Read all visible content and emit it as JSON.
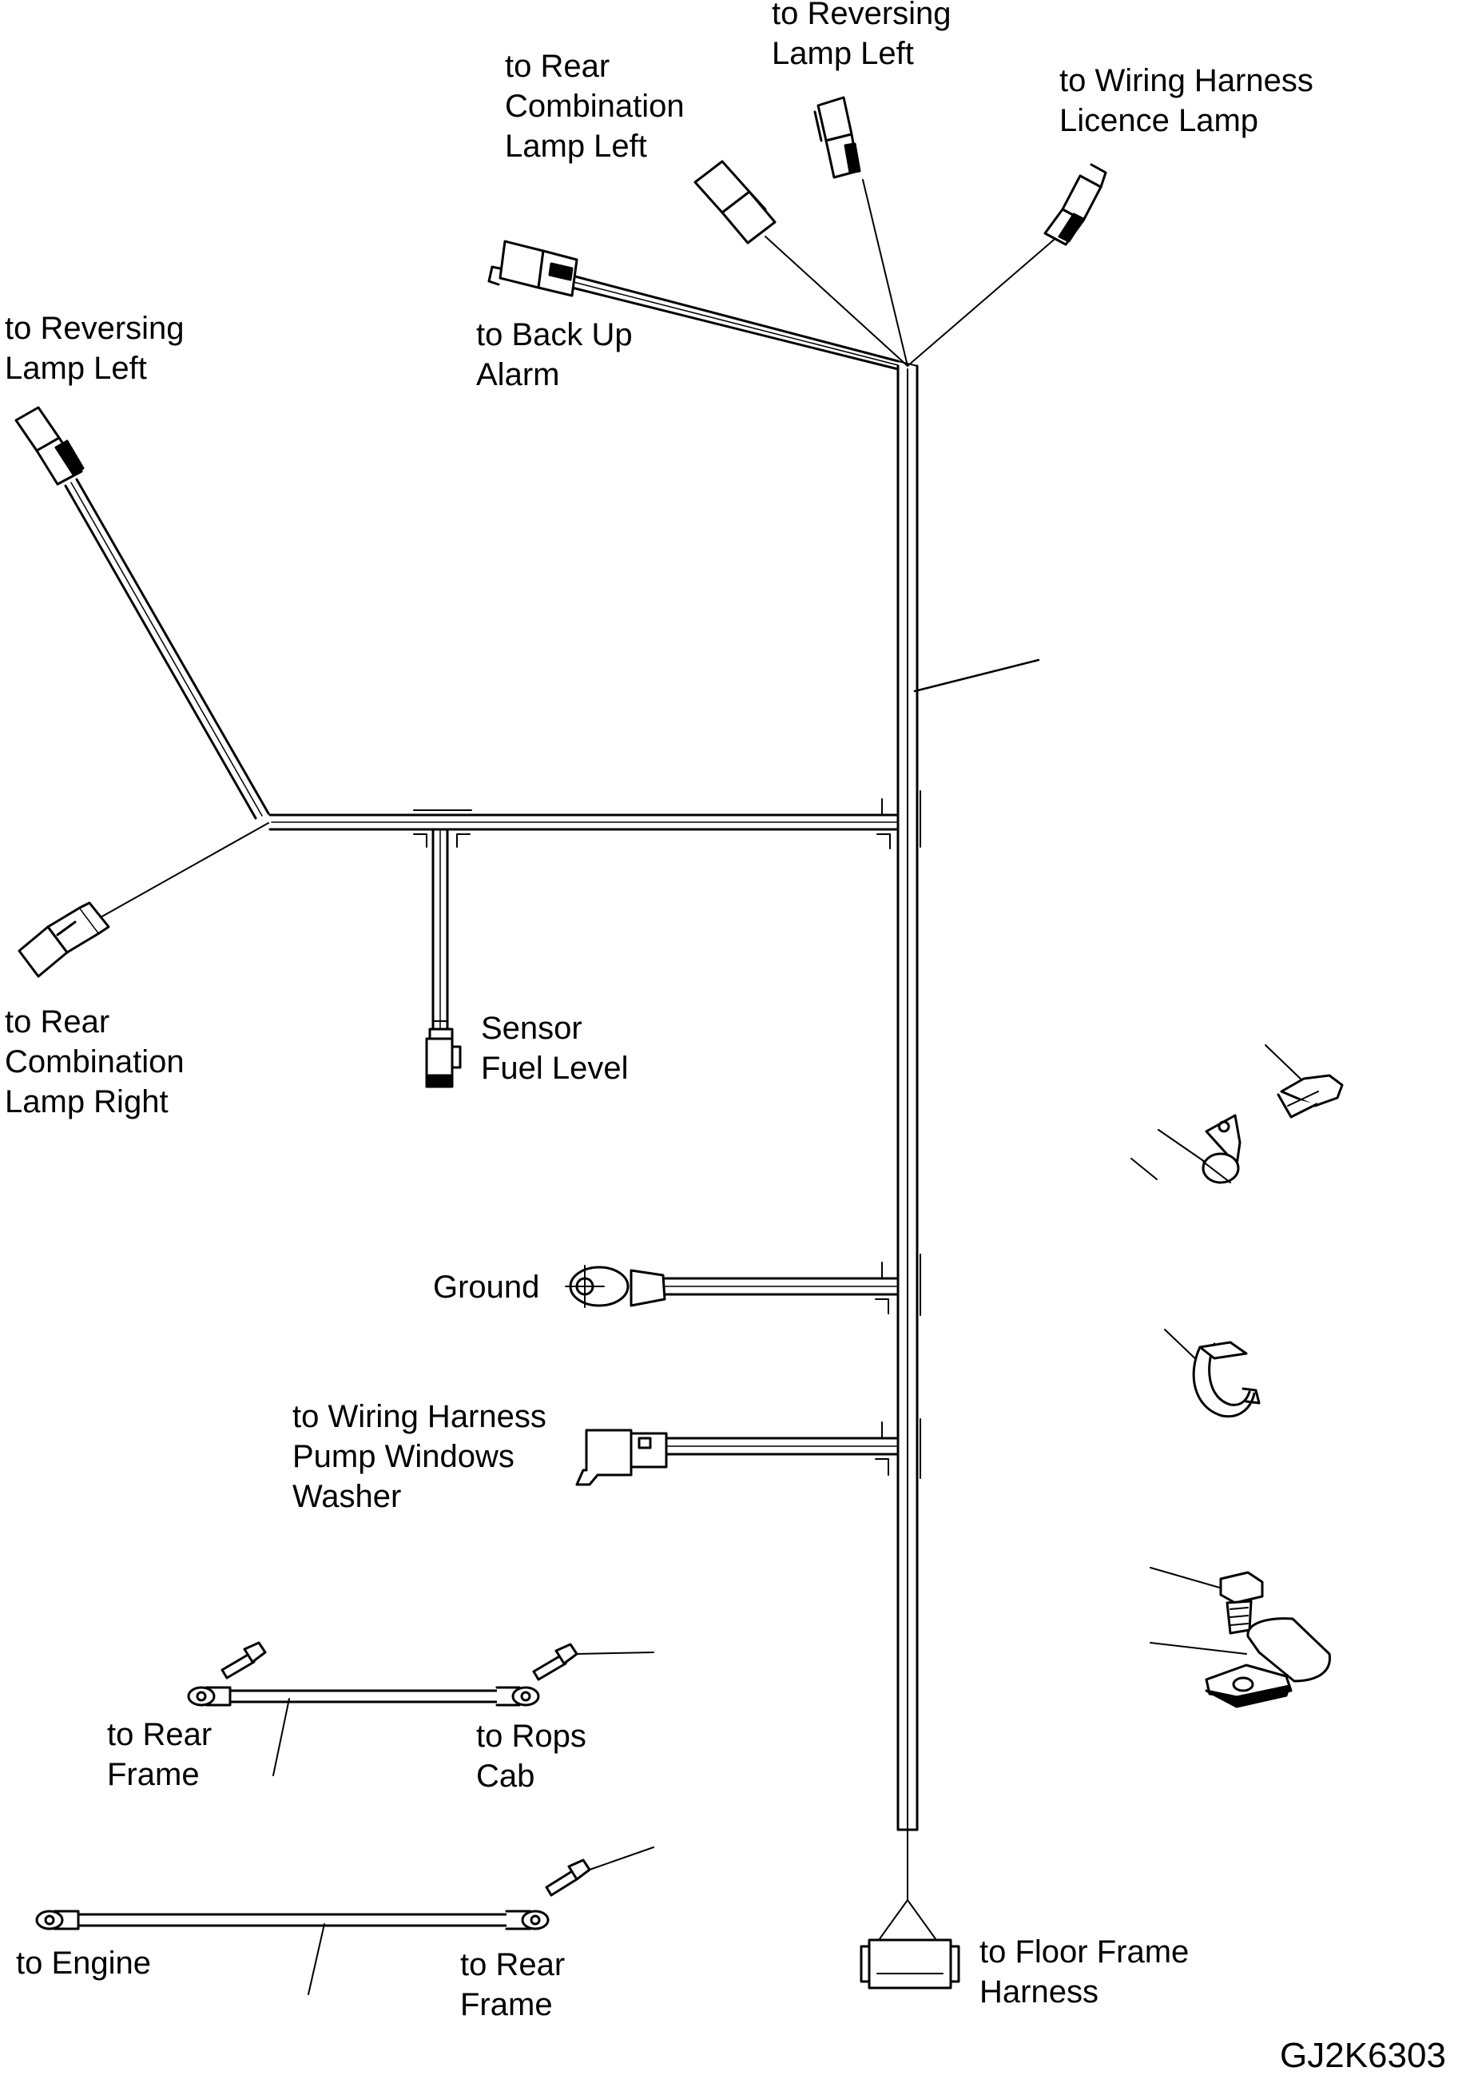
{
  "labels": {
    "reversing_lamp_left_top": [
      "to Reversing",
      "Lamp Left"
    ],
    "rear_combination_left": [
      "to Rear",
      "Combination",
      "Lamp Left"
    ],
    "wiring_harness_licence": [
      "to Wiring Harness",
      "Licence Lamp"
    ],
    "back_up_alarm": [
      "to Back Up",
      "Alarm"
    ],
    "reversing_lamp_left_side": [
      "to Reversing",
      "Lamp Left"
    ],
    "rear_combination_right": [
      "to Rear",
      "Combination",
      "Lamp Right"
    ],
    "sensor_fuel_level": [
      "Sensor",
      "Fuel Level"
    ],
    "ground": [
      "Ground"
    ],
    "wiring_harness_pump": [
      "to Wiring Harness",
      "Pump Windows",
      "Washer"
    ],
    "rear_frame_upper": [
      "to Rear",
      "Frame"
    ],
    "rops_cab": [
      "to Rops",
      "Cab"
    ],
    "engine": [
      "to Engine"
    ],
    "rear_frame_lower": [
      "to Rear",
      "Frame"
    ],
    "floor_frame_harness": [
      "to Floor Frame",
      "Harness"
    ]
  },
  "drawing_code": "GJ2K6303"
}
